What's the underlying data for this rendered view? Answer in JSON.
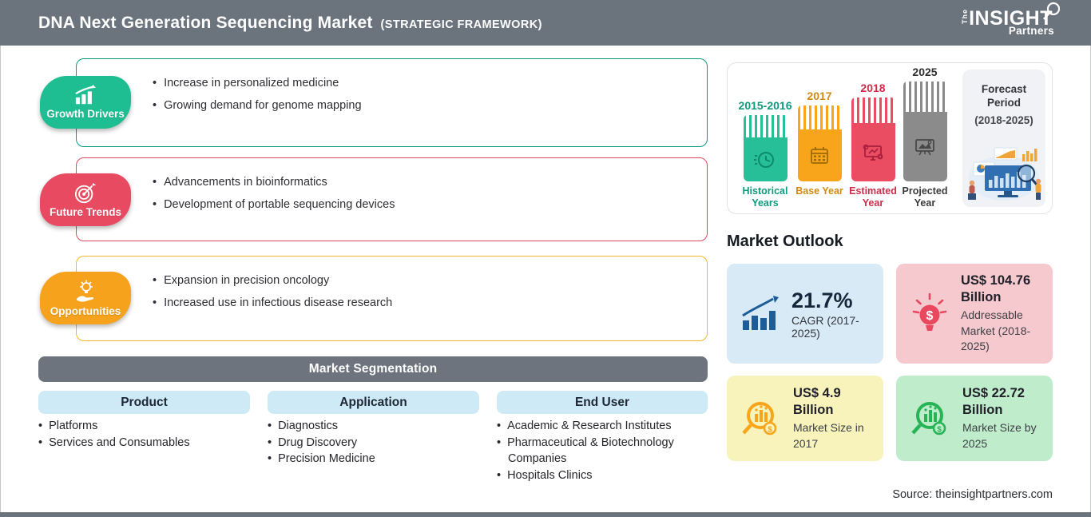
{
  "header": {
    "title": "DNA Next Generation Sequencing Market",
    "subtitle": "(STRATEGIC FRAMEWORK)",
    "logo": {
      "the": "The",
      "insight": "INSIGHT",
      "partners": "Partners"
    }
  },
  "drivers": [
    {
      "label": "Growth Drivers",
      "icon": "bar-chart-growth-icon",
      "badge_color": "#1ebe92",
      "border_color": "#0a9c82",
      "bullets": [
        "Increase in personalized medicine",
        "Growing demand for genome mapping"
      ]
    },
    {
      "label": "Future Trends",
      "icon": "target-icon",
      "badge_color": "#e84b61",
      "border_color": "#e04a5e",
      "bullets": [
        "Advancements in bioinformatics",
        "Development of portable sequencing devices"
      ]
    },
    {
      "label": "Opportunities",
      "icon": "bulb-hand-icon",
      "badge_color": "#f6a21c",
      "border_color": "#f3b82c",
      "bullets": [
        "Expansion in precision oncology",
        "Increased use in infectious disease research"
      ]
    }
  ],
  "segmentation": {
    "title": "Market Segmentation",
    "columns": [
      {
        "header": "Product",
        "items": [
          "Platforms",
          "Services and Consumables"
        ]
      },
      {
        "header": "Application",
        "items": [
          "Diagnostics",
          "Drug Discovery",
          "Precision Medicine"
        ]
      },
      {
        "header": "End User",
        "items": [
          "Academic & Research Institutes",
          "Pharmaceutical & Biotechnology Companies",
          "Hospitals Clinics"
        ]
      }
    ]
  },
  "timeline": {
    "bars": [
      {
        "year": "2015-2016",
        "label": "Historical Years",
        "color": "#26bf97",
        "icon": "clock-icon"
      },
      {
        "year": "2017",
        "label": "Base Year",
        "color": "#f8a51b",
        "icon": "calendar-icon"
      },
      {
        "year": "2018",
        "label": "Estimated Year",
        "color": "#ea4c62",
        "icon": "monitor-gear-icon"
      },
      {
        "year": "2025",
        "label": "Projected Year",
        "color": "#8b8b8b",
        "icon": "presentation-icon"
      }
    ],
    "forecast": {
      "line1": "Forecast",
      "line2": "Period",
      "range": "(2018-2025)"
    }
  },
  "outlook": {
    "title": "Market Outlook",
    "cards": [
      {
        "value": "21.7%",
        "label": "CAGR (2017-2025)",
        "bg": "#d9eaf7",
        "icon": "growth-chart-icon"
      },
      {
        "value": "US$ 104.76 Billion",
        "label": "Addressable Market (2018-2025)",
        "bg": "#f6c9cf",
        "icon": "bulb-dollar-icon"
      },
      {
        "value": "US$ 4.9 Billion",
        "label": "Market Size in 2017",
        "bg": "#f8f3bb",
        "icon": "magnifier-chart-icon"
      },
      {
        "value": "US$ 22.72 Billion",
        "label": "Market Size by 2025",
        "bg": "#bfeccb",
        "icon": "magnifier-chart-icon"
      }
    ]
  },
  "source": "Source: theinsightpartners.com"
}
